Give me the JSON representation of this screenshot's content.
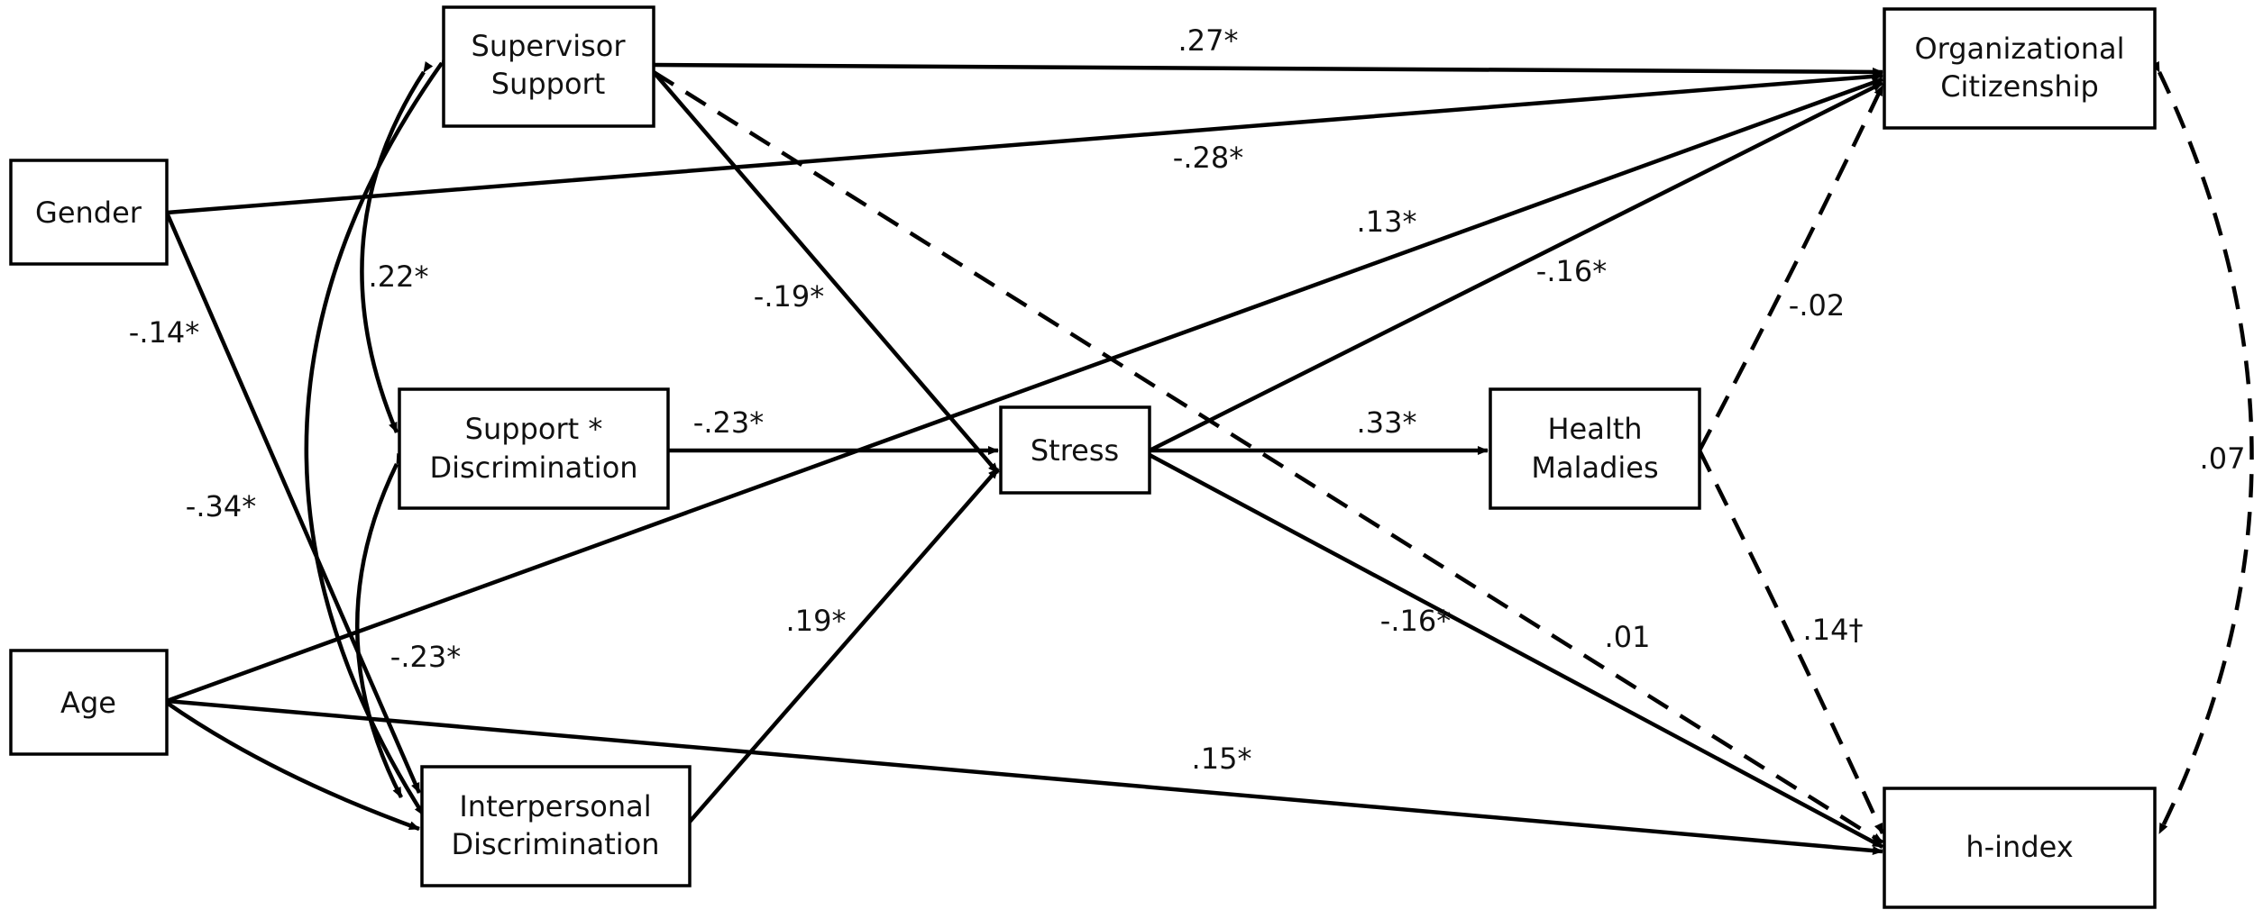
{
  "nodes": {
    "gender": "Gender",
    "age": "Age",
    "supervisor_support": [
      "Supervisor",
      "Support"
    ],
    "support_discrimination": [
      "Support *",
      "Discrimination"
    ],
    "interpersonal_discrimination": [
      "Interpersonal",
      "Discrimination"
    ],
    "stress": "Stress",
    "health_maladies": [
      "Health",
      "Maladies"
    ],
    "organizational_citizenship": [
      "Organizational",
      "Citizenship"
    ],
    "h_index": "h-index"
  },
  "paths": {
    "supervisor_to_org": ".27*",
    "gender_to_org": "-.28*",
    "age_to_org": ".13*",
    "stress_to_org": "-.16*",
    "supervisor_to_stress": "-.19*",
    "gender_to_support": "-.14*",
    "age_to_interpersonal": "-.34*",
    "supervisor_support_cov": ".22*",
    "support_interpersonal_cov": "-.23*",
    "support_to_stress": "-.23*",
    "interpersonal_to_stress": ".19*",
    "stress_to_health": ".33*",
    "health_to_org": "-.02",
    "health_to_hindex": ".14†",
    "stress_to_hindex": "-.16*",
    "supervisor_to_hindex": ".01",
    "age_to_hindex": ".15*",
    "org_hindex_cov": ".07"
  },
  "colors": {
    "line": "#000000",
    "text": "#111111",
    "box_fill": "#ffffff"
  }
}
